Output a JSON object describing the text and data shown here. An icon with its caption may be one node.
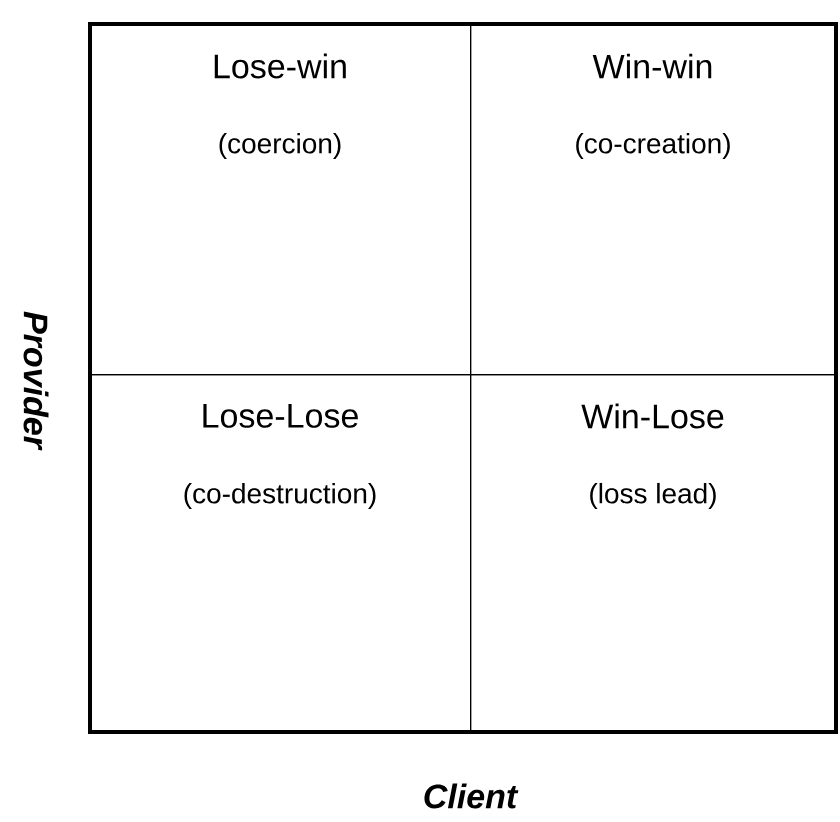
{
  "diagram": {
    "nodes": [
      {
        "text": [
          "Lose-win",
          "(coercion)"
        ]
      },
      {
        "text": [
          "Win-win",
          "(co-creation)"
        ]
      },
      {
        "text": [
          "Lose-Lose",
          "(co-destruction)"
        ]
      },
      {
        "text": [
          "Win-Lose",
          "(loss lead)"
        ]
      }
    ],
    "labels": [
      "Provider",
      "Client"
    ]
  }
}
